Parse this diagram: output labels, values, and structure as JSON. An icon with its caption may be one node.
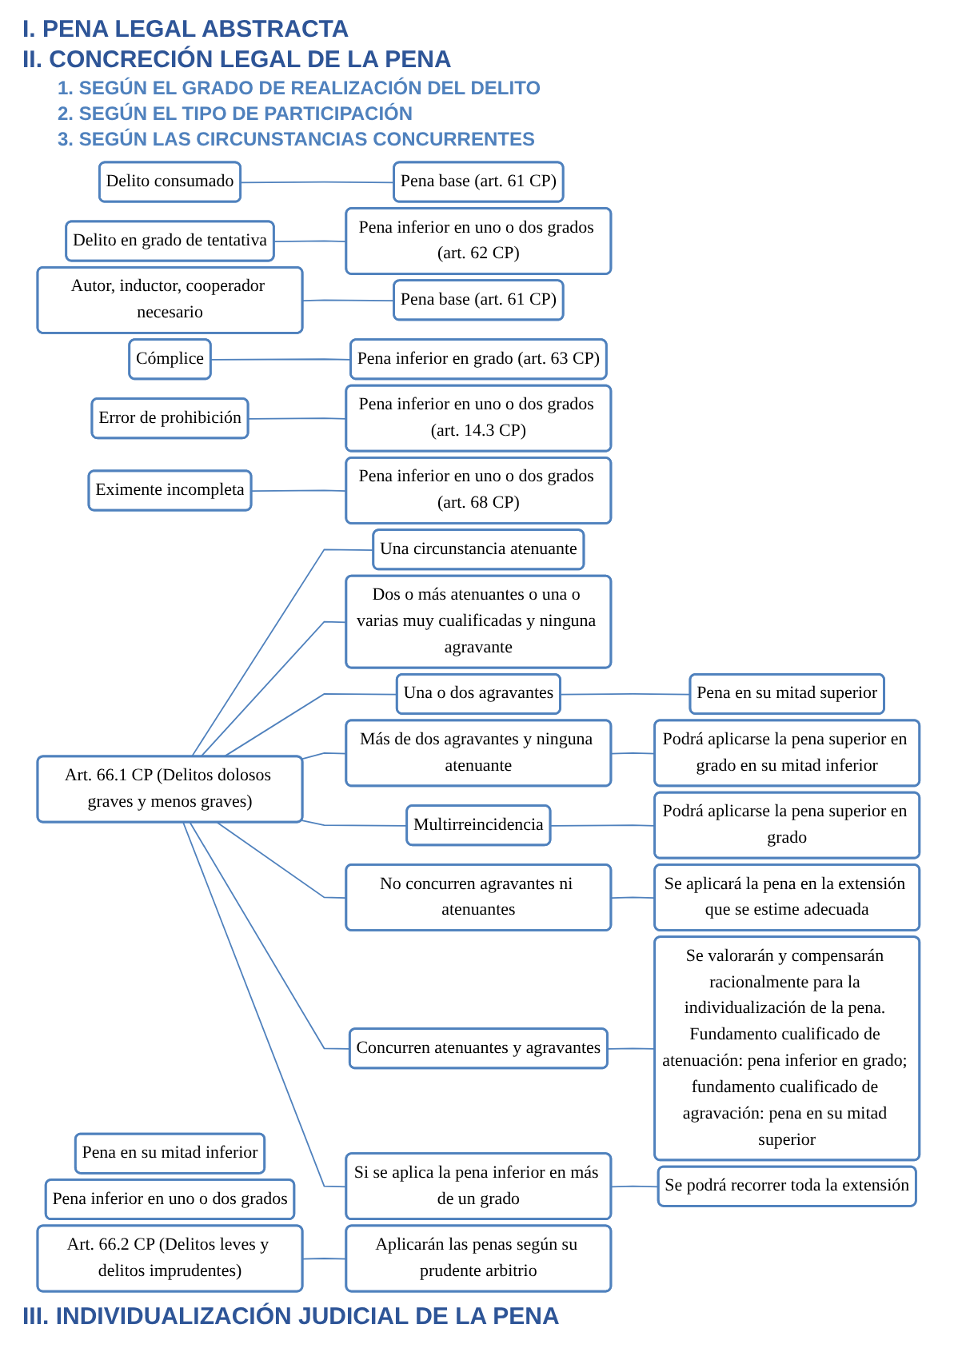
{
  "diagram": {
    "nodes": [
      {
        "text": [
          "Delito consumado"
        ]
      },
      {
        "text": [
          "Pena base (art. 61 CP)"
        ]
      },
      {
        "text": [
          "Delito en grado de tentativa"
        ]
      },
      {
        "text": [
          "Pena inferior en uno o dos grados (art. 62 CP)"
        ]
      },
      {
        "text": [
          "Autor, inductor, cooperador necesario"
        ]
      },
      {
        "text": [
          "Pena base (art. 61 CP)"
        ]
      },
      {
        "text": [
          "Cómplice"
        ]
      },
      {
        "text": [
          "Pena inferior en grado (art. 63 CP)"
        ]
      },
      {
        "text": [
          "Error de prohibición"
        ]
      },
      {
        "text": [
          "Pena inferior en uno o dos grados (art. 14.3 CP)"
        ]
      },
      {
        "text": [
          "Eximente incompleta"
        ]
      },
      {
        "text": [
          "Pena inferior en uno o dos grados (art. 68 CP)"
        ]
      },
      {
        "text": [
          "Art. 66.1 CP (Delitos dolosos graves y menos graves)"
        ]
      },
      {
        "text": [
          "Una circunstancia atenuante"
        ]
      },
      {
        "text": [
          "Pena en su mitad inferior"
        ]
      },
      {
        "text": [
          "Dos o más atenuantes o una o varias muy cualificadas y ninguna agravante"
        ]
      },
      {
        "text": [
          "Pena inferior en uno o dos grados"
        ]
      },
      {
        "text": [
          "Una o dos agravantes"
        ]
      },
      {
        "text": [
          "Pena en su mitad superior"
        ]
      },
      {
        "text": [
          "Más de dos agravantes y ninguna atenuante"
        ]
      },
      {
        "text": [
          "Podrá aplicarse la pena superior en grado en su mitad inferior"
        ]
      },
      {
        "text": [
          "Multirreincidencia"
        ]
      },
      {
        "text": [
          "Podrá aplicarse la pena superior en grado"
        ]
      },
      {
        "text": [
          "No concurren agravantes ni atenuantes"
        ]
      },
      {
        "text": [
          "Se aplicará la pena en la extensión que se estime adecuada"
        ]
      },
      {
        "text": [
          "Concurren atenuantes y agravantes"
        ]
      },
      {
        "text": [
          "Se valorarán y compensarán racionalmente para la individualización de la pena. Fundamento cualificado de atenuación: pena inferior en grado; fundamento cualificado de agravación: pena en su mitad superior"
        ]
      },
      {
        "text": [
          "Si se aplica la pena inferior en más de un grado"
        ]
      },
      {
        "text": [
          "Se podrá recorrer toda la extensión"
        ]
      },
      {
        "text": [
          "Art. 66.2 CP (Delitos leves y delitos imprudentes)"
        ]
      },
      {
        "text": [
          "Aplicarán las penas según su prudente arbitrio"
        ]
      }
    ],
    "edges": [
      {
        "from": 0,
        "to": 1,
        "arrow": "none"
      },
      {
        "from": 2,
        "to": 3,
        "arrow": "none"
      },
      {
        "from": 4,
        "to": 5,
        "arrow": "none"
      },
      {
        "from": 6,
        "to": 7,
        "arrow": "none"
      },
      {
        "from": 8,
        "to": 9,
        "arrow": "none"
      },
      {
        "from": 10,
        "to": 11,
        "arrow": "none"
      },
      {
        "from": 12,
        "to": 13,
        "arrow": "none"
      },
      {
        "from": 12,
        "to": 15,
        "arrow": "none"
      },
      {
        "from": 12,
        "to": 17,
        "arrow": "none"
      },
      {
        "from": 12,
        "to": 19,
        "arrow": "none"
      },
      {
        "from": 12,
        "to": 21,
        "arrow": "none"
      },
      {
        "from": 12,
        "to": 23,
        "arrow": "none"
      },
      {
        "from": 12,
        "to": 25,
        "arrow": "none"
      },
      {
        "from": 12,
        "to": 27,
        "arrow": "none"
      },
      {
        "from": 17,
        "to": 18,
        "arrow": "none"
      },
      {
        "from": 19,
        "to": 20,
        "arrow": "none"
      },
      {
        "from": 21,
        "to": 22,
        "arrow": "none"
      },
      {
        "from": 23,
        "to": 24,
        "arrow": "none"
      },
      {
        "from": 25,
        "to": 26,
        "arrow": "none"
      },
      {
        "from": 27,
        "to": 28,
        "arrow": "none"
      },
      {
        "from": 29,
        "to": 30,
        "arrow": "none"
      }
    ],
    "labels": [
      "I. PENA LEGAL ABSTRACTA",
      "II. CONCRECIÓN LEGAL DE LA PENA",
      "1. SEGÚN EL GRADO DE REALIZACIÓN DEL DELITO",
      "2. SEGÚN EL TIPO DE PARTICIPACIÓN",
      "3. SEGÚN LAS CIRCUNSTANCIAS CONCURRENTES",
      "III. INDIVIDUALIZACIÓN JUDICIAL DE LA PENA"
    ]
  }
}
